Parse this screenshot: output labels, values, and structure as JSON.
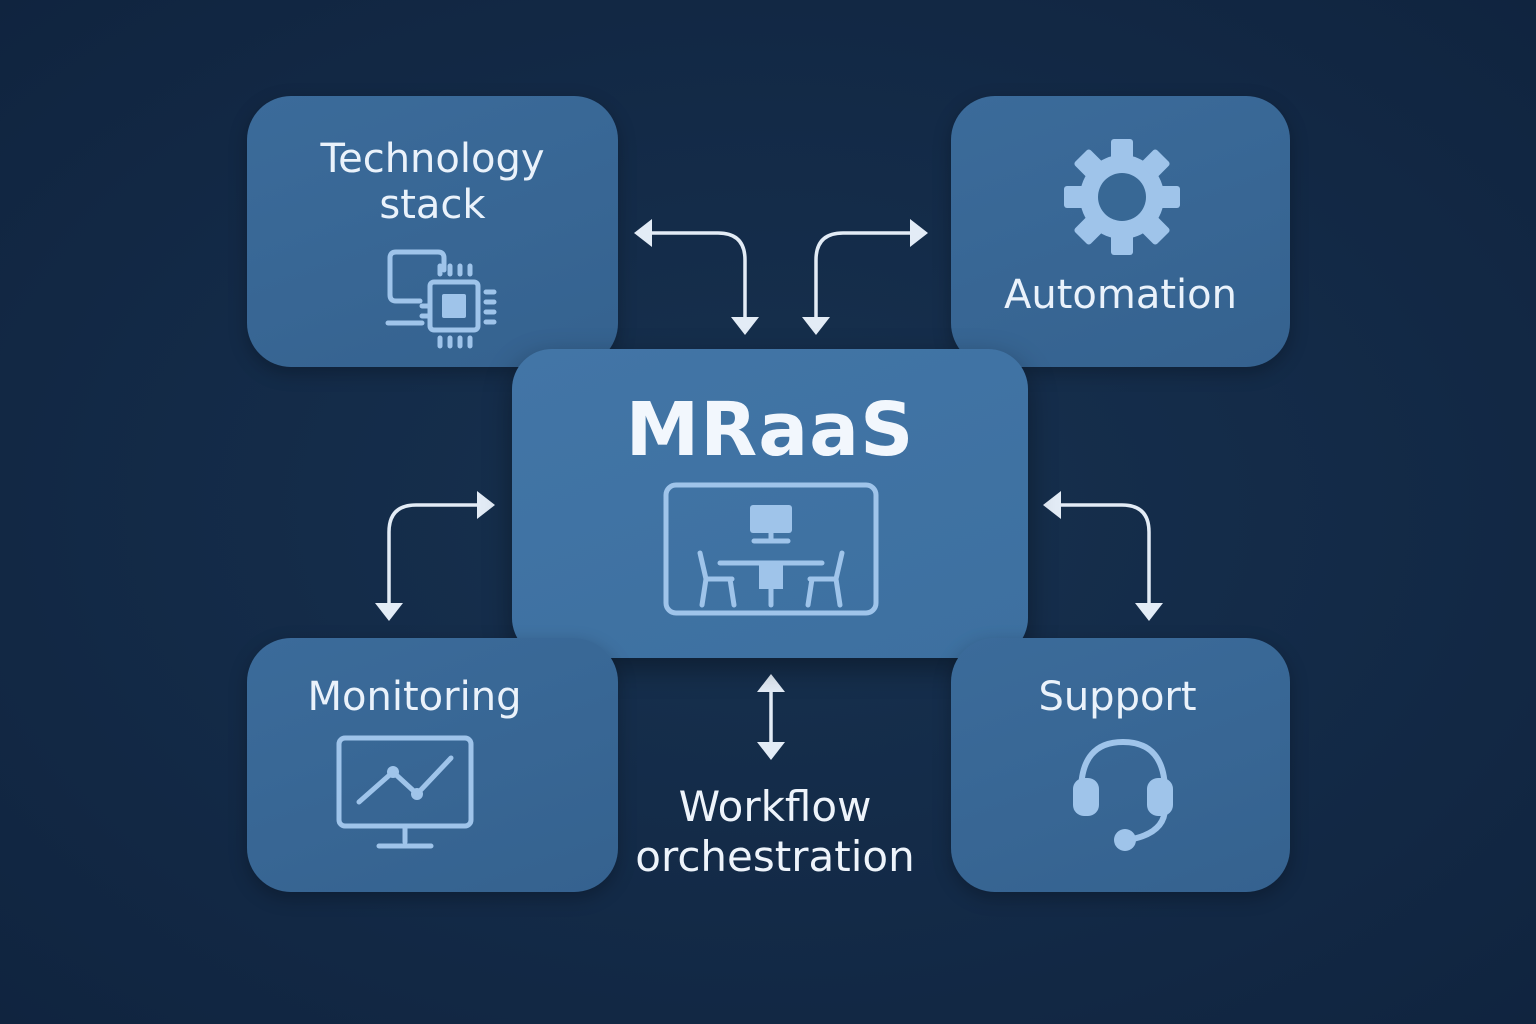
{
  "center": {
    "title": "MRaaS",
    "icon": "meeting-room-icon"
  },
  "nodes": {
    "technology_stack": {
      "label_line1": "Technology",
      "label_line2": "stack",
      "icon": "computer-chip-icon"
    },
    "automation": {
      "label": "Automation",
      "icon": "gear-icon"
    },
    "monitoring": {
      "label": "Monitoring",
      "icon": "monitor-chart-icon"
    },
    "support": {
      "label": "Support",
      "icon": "headset-icon"
    },
    "workflow": {
      "label_line1": "Workflow",
      "label_line2": "orchestration"
    }
  },
  "colors": {
    "background": "#142b48",
    "card": "#3b6b9a",
    "icon": "#9fc4ea",
    "arrow": "#e3ecf6",
    "text": "#eaf2fb"
  }
}
